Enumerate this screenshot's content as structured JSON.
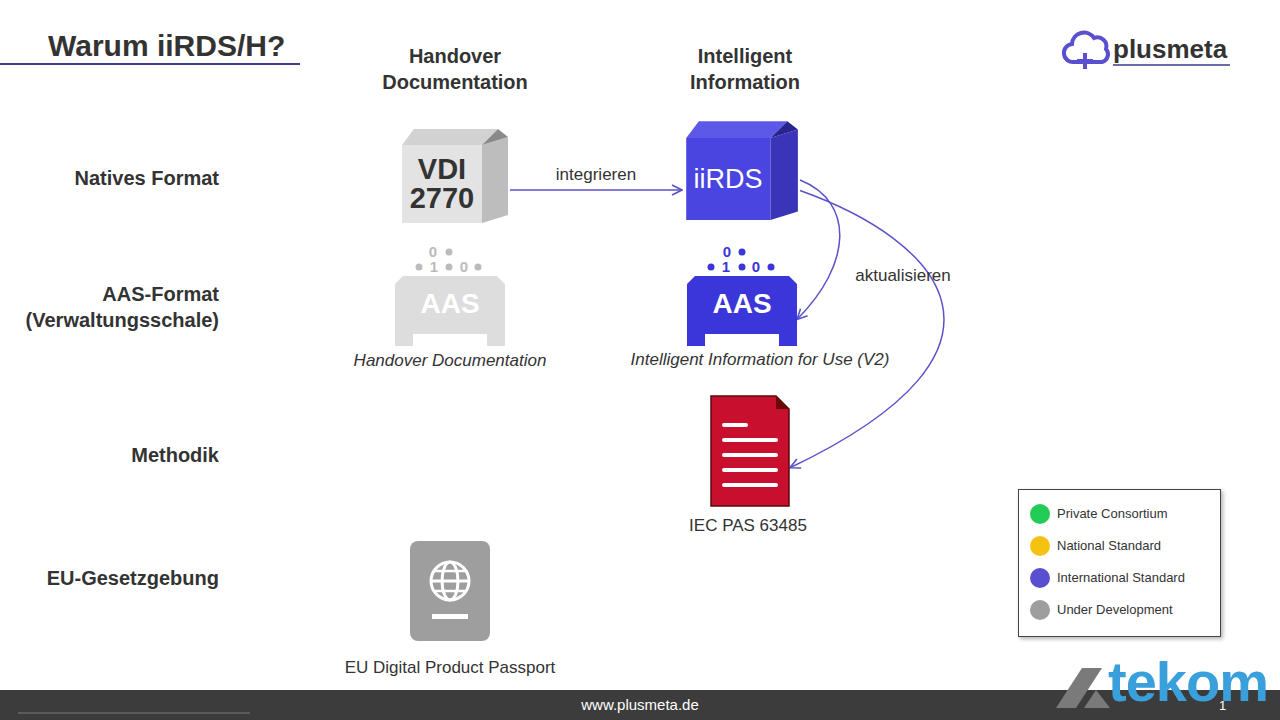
{
  "diagram": {
    "title": "Warum iiRDS/H?",
    "nodes": [
      {
        "text": [
          "VDI 2770"
        ]
      },
      {
        "text": [
          "iiRDS"
        ]
      },
      {
        "text": [
          "AAS",
          "Handover Documentation"
        ]
      },
      {
        "text": [
          "AAS",
          "Intelligent Information for Use (V2)"
        ]
      },
      {
        "text": [
          "IEC PAS 63485"
        ]
      },
      {
        "text": [
          "EU Digital Product Passport"
        ]
      }
    ],
    "edges": [
      {
        "from": 0,
        "to": 1,
        "label": "integrieren",
        "arrow": "to"
      },
      {
        "from": 1,
        "to": 3,
        "label": "aktualisieren",
        "arrow": "to"
      },
      {
        "from": 1,
        "to": 4,
        "arrow": "to"
      }
    ],
    "labels": [
      "Handover Documentation",
      "Intelligent Information",
      "Natives Format",
      "AAS-Format (Verwaltungsschale)",
      "Methodik",
      "EU-Gesetzgebung",
      "0",
      "1",
      "0",
      "0",
      "1",
      "0",
      "plusmeta",
      "www.plusmeta.de",
      "tekom",
      "1"
    ],
    "legend": [
      {
        "text": "Private Consortium",
        "color": "#22cc55"
      },
      {
        "text": "National Standard",
        "color": "#f5c211"
      },
      {
        "text": "International Standard",
        "color": "#5a4fcf"
      },
      {
        "text": "Under Development",
        "color": "#9e9e9e"
      }
    ]
  }
}
